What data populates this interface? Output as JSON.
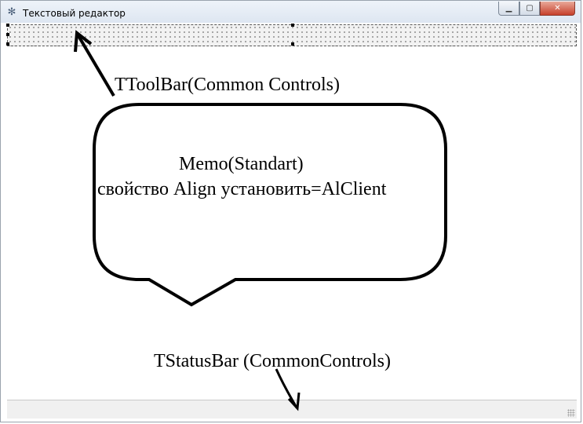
{
  "window": {
    "title": "Текстовый  редактор",
    "icon": "gear-app-icon"
  },
  "window_controls": {
    "minimize_icon": "minimize-icon",
    "maximize_icon": "maximize-icon",
    "close_icon": "close-icon"
  },
  "annotations": {
    "toolbar_label": "TToolBar(Common Controls)",
    "memo_title": "Memo(Standart)",
    "memo_note": "свойство Align  установить=AlClient",
    "statusbar_label": "TStatusBar (CommonControls)"
  },
  "colors": {
    "titlebar": "#dde6f1",
    "close_button": "#c7402b",
    "toolbar_dots": "#8c8c8c",
    "statusbar": "#f0f0f0",
    "annotation_ink": "#000000"
  }
}
